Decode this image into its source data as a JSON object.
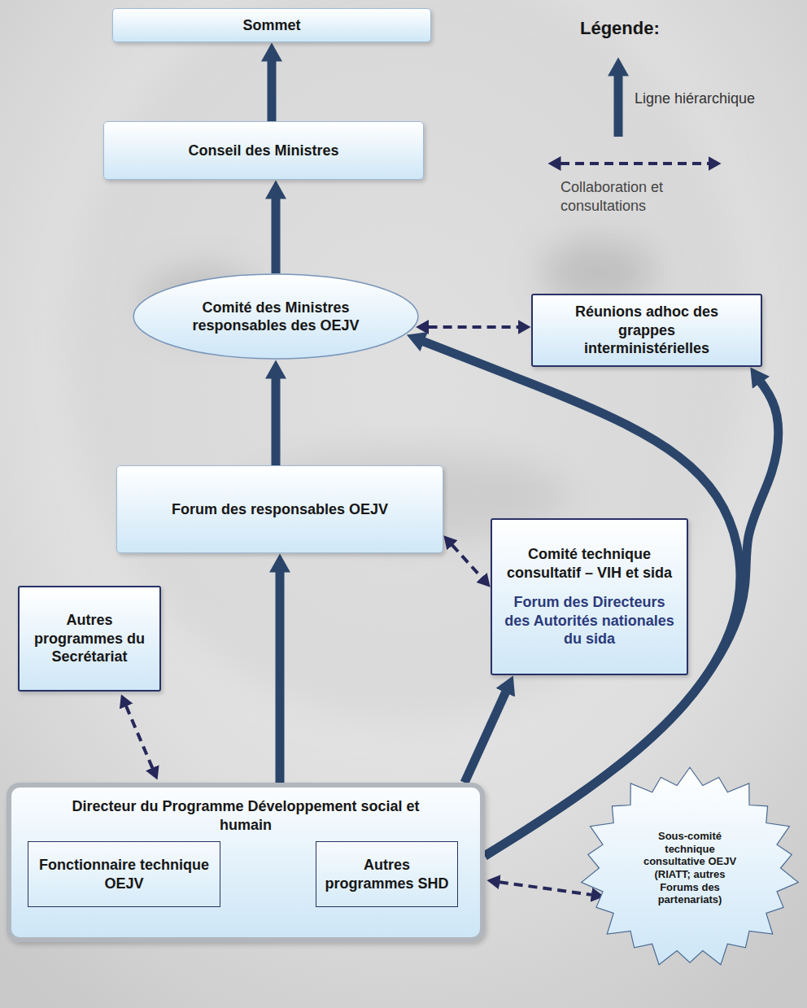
{
  "diagram": {
    "nodes": [
      {
        "text": [
          "Sommet"
        ]
      },
      {
        "text": [
          "Conseil des Ministres"
        ]
      },
      {
        "text": [
          "Comité des Ministres responsables des OEJV"
        ]
      },
      {
        "text": [
          "Réunions adhoc des grappes interministérielles"
        ]
      },
      {
        "text": [
          "Forum des responsables OEJV"
        ]
      },
      {
        "text": [
          "Comité technique consultatif – VIH et sida",
          "Forum des Directeurs des Autorités nationales du sida"
        ]
      },
      {
        "text": [
          "Autres programmes du Secrétariat"
        ]
      },
      {
        "text": [
          "Directeur du Programme Développement social et humain"
        ]
      },
      {
        "text": [
          "Fonctionnaire technique OEJV"
        ],
        "in": 7
      },
      {
        "text": [
          "Autres programmes SHD"
        ],
        "in": 7
      },
      {
        "text": [
          "Sous-comité technique consultative OEJV (RIATT; autres Forums des partenariats)"
        ]
      }
    ],
    "edges": [
      {
        "from": 1,
        "to": 0,
        "arrow": "to"
      },
      {
        "from": 2,
        "to": 1,
        "arrow": "to"
      },
      {
        "from": 2,
        "to": 3,
        "arrow": "both"
      },
      {
        "from": 4,
        "to": 2,
        "arrow": "to"
      },
      {
        "from": 7,
        "to": 2,
        "arrow": "to"
      },
      {
        "from": 7,
        "to": 3,
        "arrow": "to"
      },
      {
        "from": 4,
        "to": 5,
        "arrow": "both"
      },
      {
        "from": 7,
        "to": 4,
        "arrow": "to"
      },
      {
        "from": 7,
        "to": 5,
        "arrow": "to"
      },
      {
        "from": 6,
        "to": 7,
        "arrow": "both"
      },
      {
        "from": 8,
        "to": 9,
        "arrow": "both"
      },
      {
        "from": 7,
        "to": 10,
        "arrow": "both"
      }
    ],
    "labels": [
      "Légende:"
    ],
    "legend": [
      {
        "text": "Ligne hiérarchique"
      },
      {
        "text": "Collaboration et consultations"
      }
    ]
  }
}
